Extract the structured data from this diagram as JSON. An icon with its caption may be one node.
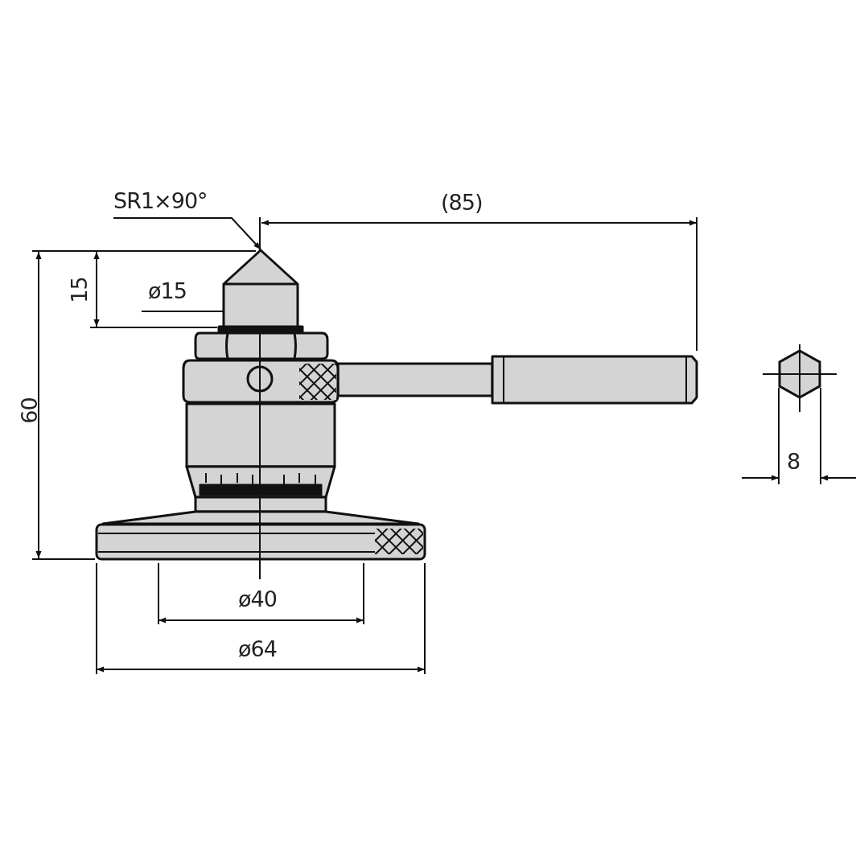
{
  "diagram": {
    "nodes": [
      {
        "text": [
          "SR1×90°"
        ]
      },
      {
        "text": [],
        "shape": "picture"
      }
    ],
    "edges": [
      {
        "from": 0,
        "to": 1,
        "arrow": "to"
      }
    ],
    "labels": [
      "(85)",
      "15",
      "ø15",
      "60",
      "8",
      "ø40",
      "ø64"
    ]
  }
}
